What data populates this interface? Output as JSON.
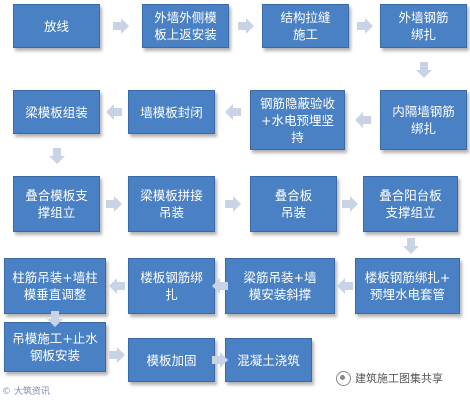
{
  "flow": {
    "steps": [
      {
        "id": "s1",
        "lines": [
          "放线"
        ]
      },
      {
        "id": "s2",
        "lines": [
          "外墙外侧模",
          "板上返安装"
        ]
      },
      {
        "id": "s3",
        "lines": [
          "结构拉缝",
          "施工"
        ]
      },
      {
        "id": "s4",
        "lines": [
          "外墙钢筋",
          "绑扎"
        ]
      },
      {
        "id": "s5",
        "lines": [
          "内隔墙钢筋",
          "绑扎"
        ]
      },
      {
        "id": "s6",
        "lines": [
          "钢筋隐蔽验收",
          "+水电预埋坚",
          "持"
        ]
      },
      {
        "id": "s7",
        "lines": [
          "墙模板封闭"
        ]
      },
      {
        "id": "s8",
        "lines": [
          "梁模板组装"
        ]
      },
      {
        "id": "s9",
        "lines": [
          "叠合模板支",
          "撑组立"
        ]
      },
      {
        "id": "s10",
        "lines": [
          "梁模板拼接",
          "吊装"
        ]
      },
      {
        "id": "s11",
        "lines": [
          "叠合板",
          "吊装"
        ]
      },
      {
        "id": "s12",
        "lines": [
          "叠合阳台板",
          "支撑组立"
        ]
      },
      {
        "id": "s13",
        "lines": [
          "楼板钢筋绑扎+",
          "预埋水电套管"
        ]
      },
      {
        "id": "s14",
        "lines": [
          "梁筋吊装+墙",
          "模安装斜撑"
        ]
      },
      {
        "id": "s15",
        "lines": [
          "楼板钢筋绑",
          "扎"
        ]
      },
      {
        "id": "s16",
        "lines": [
          "柱筋吊装+墙柱",
          "模垂直调整"
        ]
      },
      {
        "id": "s17",
        "lines": [
          "吊模施工+止水",
          "钢板安装"
        ]
      },
      {
        "id": "s18",
        "lines": [
          "模板加固"
        ]
      },
      {
        "id": "s19",
        "lines": [
          "混凝土浇筑"
        ]
      }
    ],
    "connections": [
      [
        "s1",
        "s2"
      ],
      [
        "s2",
        "s3"
      ],
      [
        "s3",
        "s4"
      ],
      [
        "s4",
        "s5"
      ],
      [
        "s5",
        "s6"
      ],
      [
        "s6",
        "s7"
      ],
      [
        "s7",
        "s8"
      ],
      [
        "s8",
        "s9"
      ],
      [
        "s9",
        "s10"
      ],
      [
        "s10",
        "s11"
      ],
      [
        "s11",
        "s12"
      ],
      [
        "s12",
        "s13"
      ],
      [
        "s13",
        "s14"
      ],
      [
        "s14",
        "s15"
      ],
      [
        "s15",
        "s16"
      ],
      [
        "s16",
        "s17"
      ],
      [
        "s17",
        "s18"
      ],
      [
        "s18",
        "s19"
      ]
    ]
  },
  "watermarks": {
    "left": "© 大筑资讯",
    "right": "建筑施工图集共享"
  },
  "colors": {
    "box_fill": "#4a80c4",
    "box_text": "#ffffff",
    "arrow_fill": "#c9d3e6",
    "background": "#ffffff"
  }
}
